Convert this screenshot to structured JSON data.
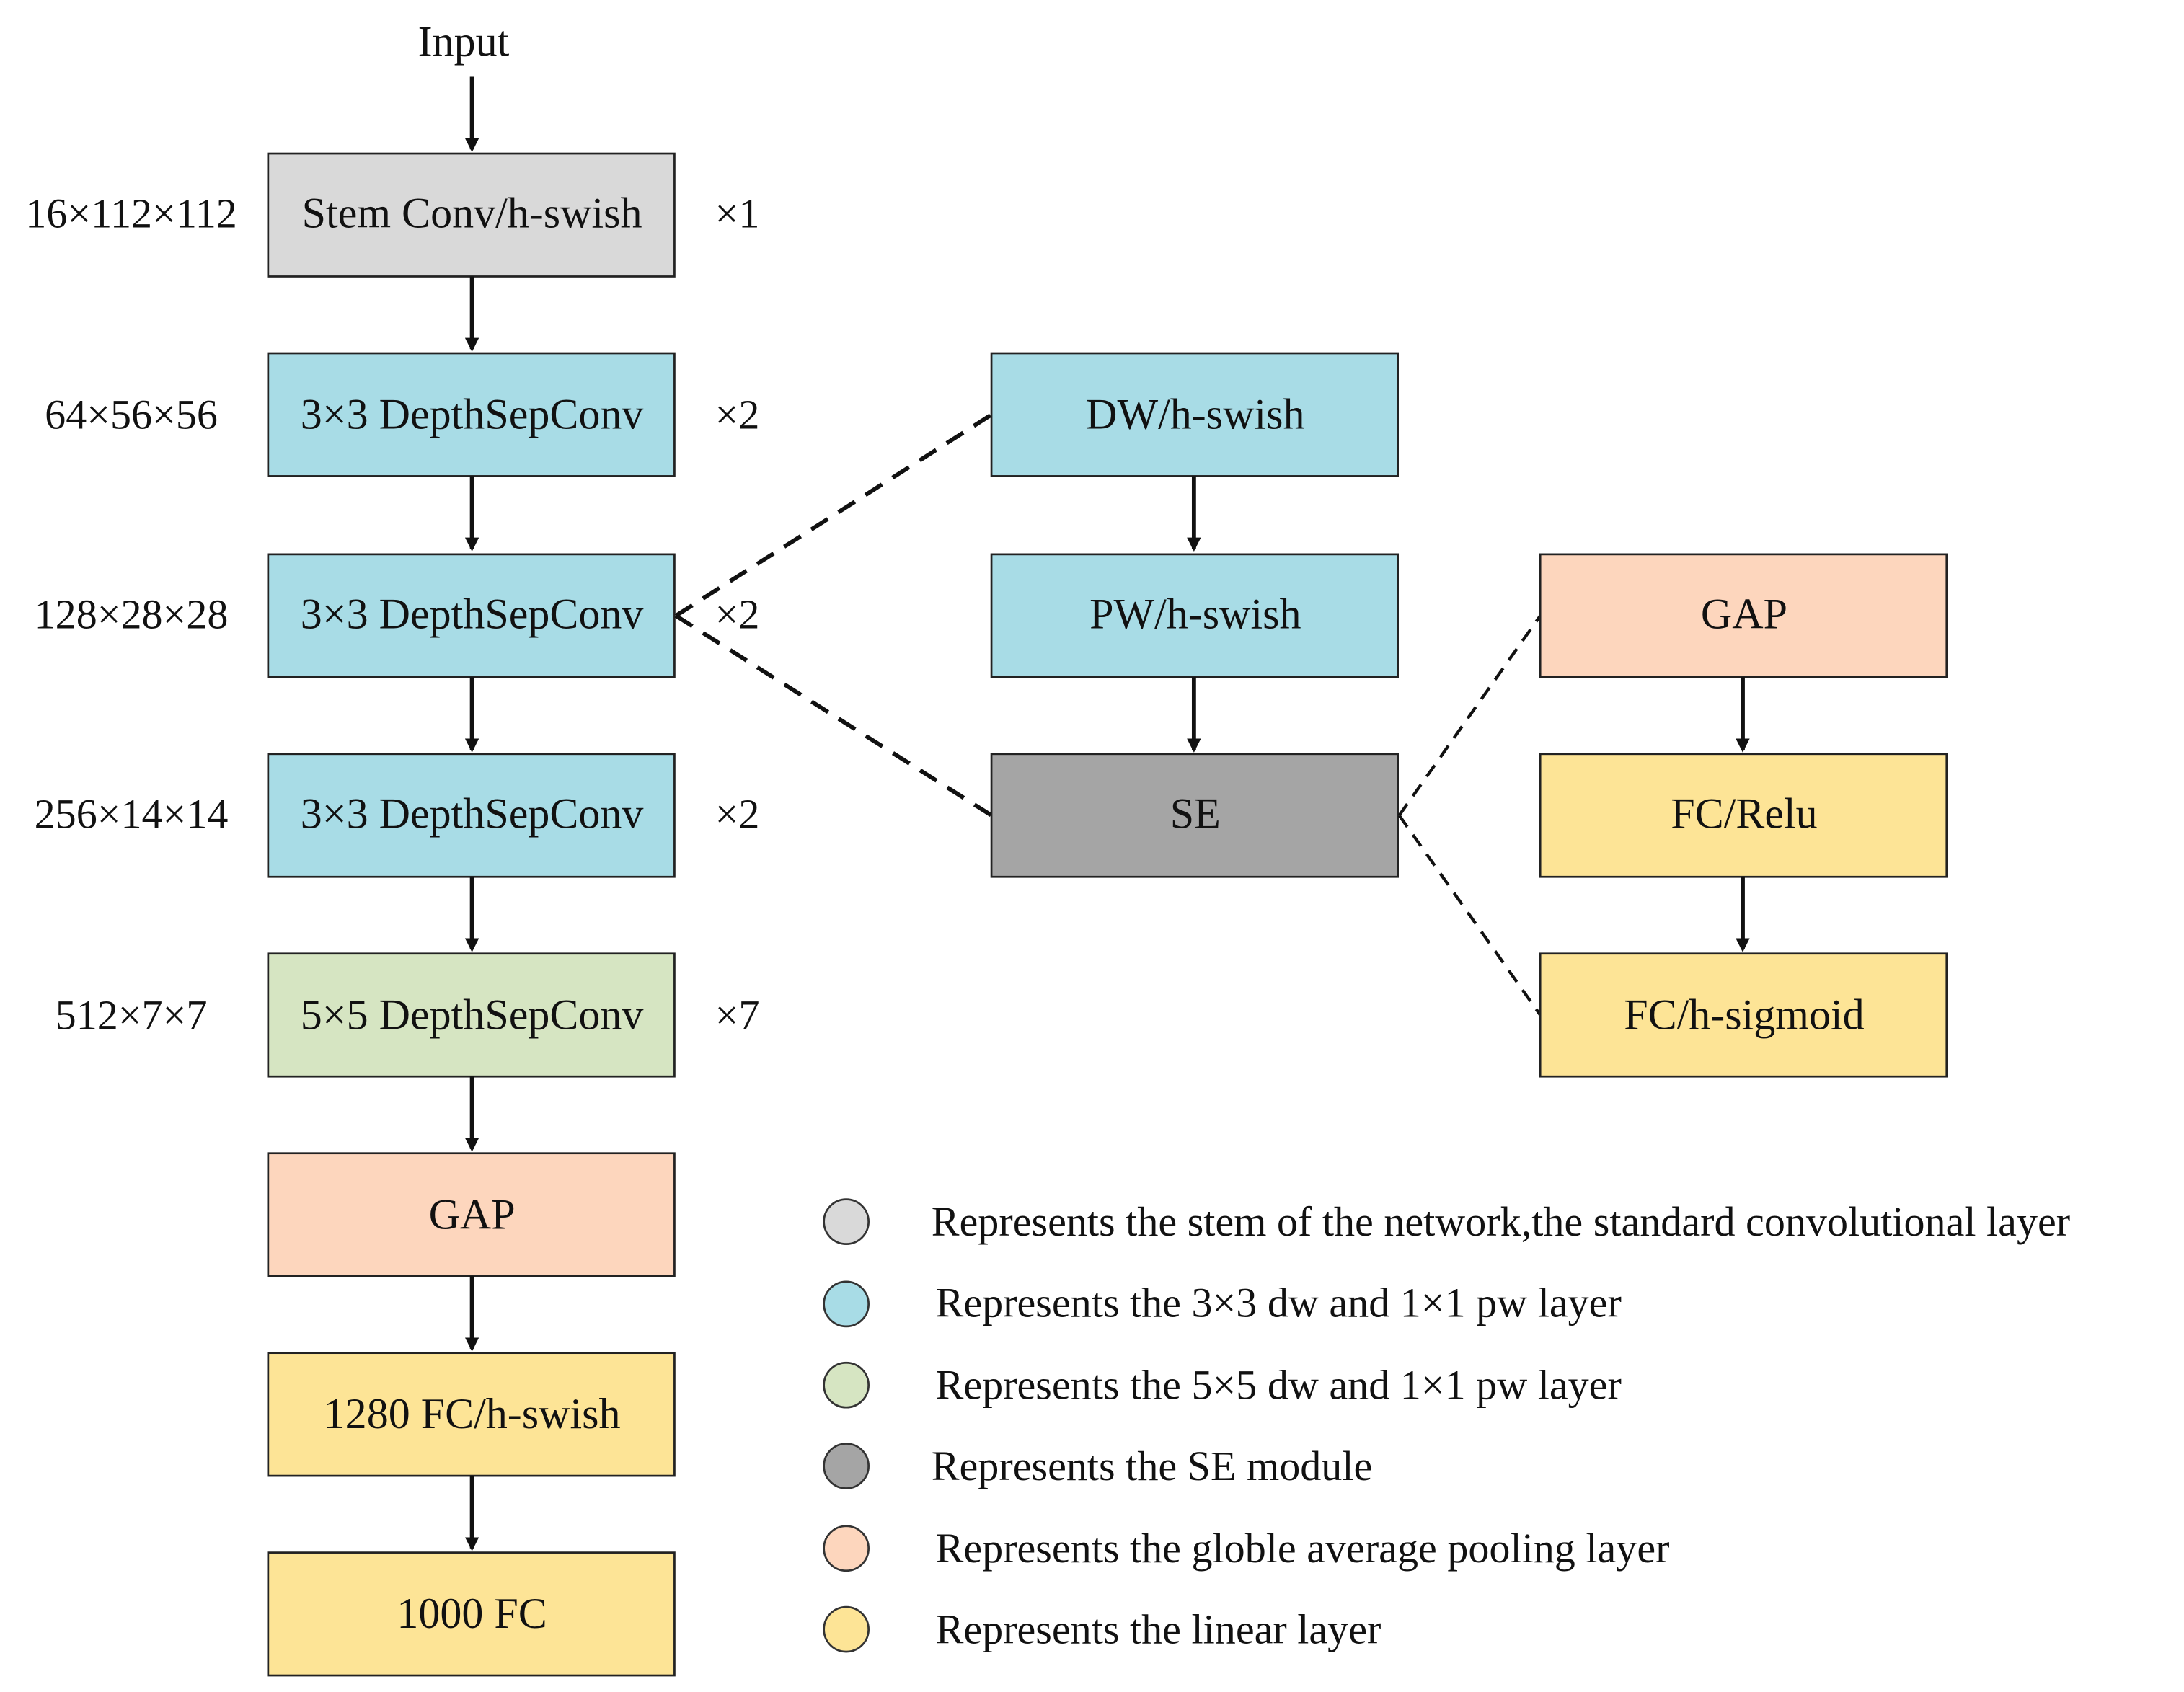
{
  "input_label": "Input",
  "main_column": [
    {
      "label": "Stem Conv/h-swish",
      "shape": "16×112×112",
      "repeat": "×1",
      "color": "#d9d9d9"
    },
    {
      "label": "3×3 DepthSepConv",
      "shape": "64×56×56",
      "repeat": "×2",
      "color": "#a8dce6"
    },
    {
      "label": "3×3 DepthSepConv",
      "shape": "128×28×28",
      "repeat": "×2",
      "color": "#a8dce6"
    },
    {
      "label": "3×3 DepthSepConv",
      "shape": "256×14×14",
      "repeat": "×2",
      "color": "#a8dce6"
    },
    {
      "label": "5×5 DepthSepConv",
      "shape": "512×7×7",
      "repeat": "×7",
      "color": "#d6e5c2"
    },
    {
      "label": "GAP",
      "color": "#fdd6bd"
    },
    {
      "label": "1280 FC/h-swish",
      "color": "#fde496"
    },
    {
      "label": "1000 FC",
      "color": "#fde496"
    }
  ],
  "depthsep_detail": [
    {
      "label": "DW/h-swish",
      "color": "#a8dce6"
    },
    {
      "label": "PW/h-swish",
      "color": "#a8dce6"
    },
    {
      "label": "SE",
      "color": "#a5a5a5"
    }
  ],
  "se_detail": [
    {
      "label": "GAP",
      "color": "#fdd6bd"
    },
    {
      "label": "FC/Relu",
      "color": "#fde496"
    },
    {
      "label": "FC/h-sigmoid",
      "color": "#fde496"
    }
  ],
  "legend": [
    {
      "color": "#d9d9d9",
      "text": "Represents the stem of the network,the standard convolutional layer"
    },
    {
      "color": "#a8dce6",
      "text": "Represents the 3×3 dw and 1×1 pw layer"
    },
    {
      "color": "#d6e5c2",
      "text": "Represents the 5×5 dw and 1×1 pw layer"
    },
    {
      "color": "#a5a5a5",
      "text": "Represents the SE module"
    },
    {
      "color": "#fdd6bd",
      "text": "Represents the globle average pooling layer"
    },
    {
      "color": "#fde496",
      "text": "Represents the linear layer"
    }
  ]
}
